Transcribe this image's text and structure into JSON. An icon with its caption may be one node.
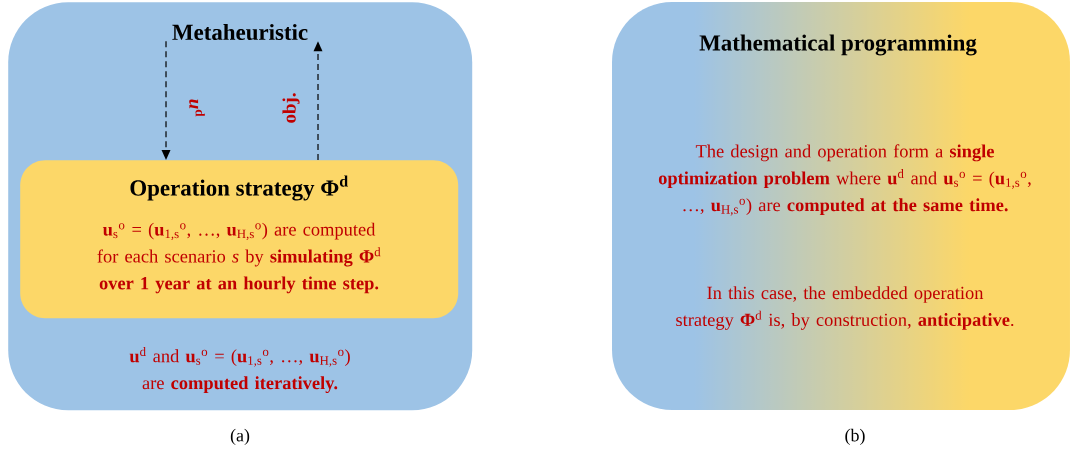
{
  "diagram": {
    "nodes": [
      {
        "text": [
          "Metaheuristic",
          "**u**$^{d}$ and **u**$_{s}$$^{o}$ = (**u**$_{1,s}$$^{o}$, …, **u**$_{H,s}$$^{o}$) are **computed iteratively.**"
        ],
        "beside": [
          "(a)"
        ]
      },
      {
        "text": [
          "Operation strategy Φ$^{d}$",
          "**u**$_{s}$$^{o}$ = (**u**$_{1,s}$$^{o}$, …, **u**$_{H,s}$$^{o}$) are computed for each scenario *s* by **simulating Φ**$^{d}$ **over 1 year at an hourly time step.**"
        ],
        "in": 0
      },
      {
        "text": [
          "Mathematical programming",
          "The design and operation form a **single optimization problem** where **u**$^{d}$ and **u**$_{s}$$^{o}$ = (**u**$_{1,s}$$^{o}$, …, **u**$_{H,s}$$^{o}$) are **computed at the same time.**",
          "In this case, the embedded operation strategy **Φ**$^{d}$ is, by construction, **anticipative**."
        ],
        "beside": [
          "(b)"
        ]
      }
    ],
    "edges": [
      {
        "from": 0,
        "to": 1,
        "arrow": "to",
        "style": "dashed",
        "label": "*u*$^{d}$"
      },
      {
        "from": 1,
        "to": 0,
        "arrow": "to",
        "style": "dashed",
        "label": "obj."
      }
    ]
  }
}
